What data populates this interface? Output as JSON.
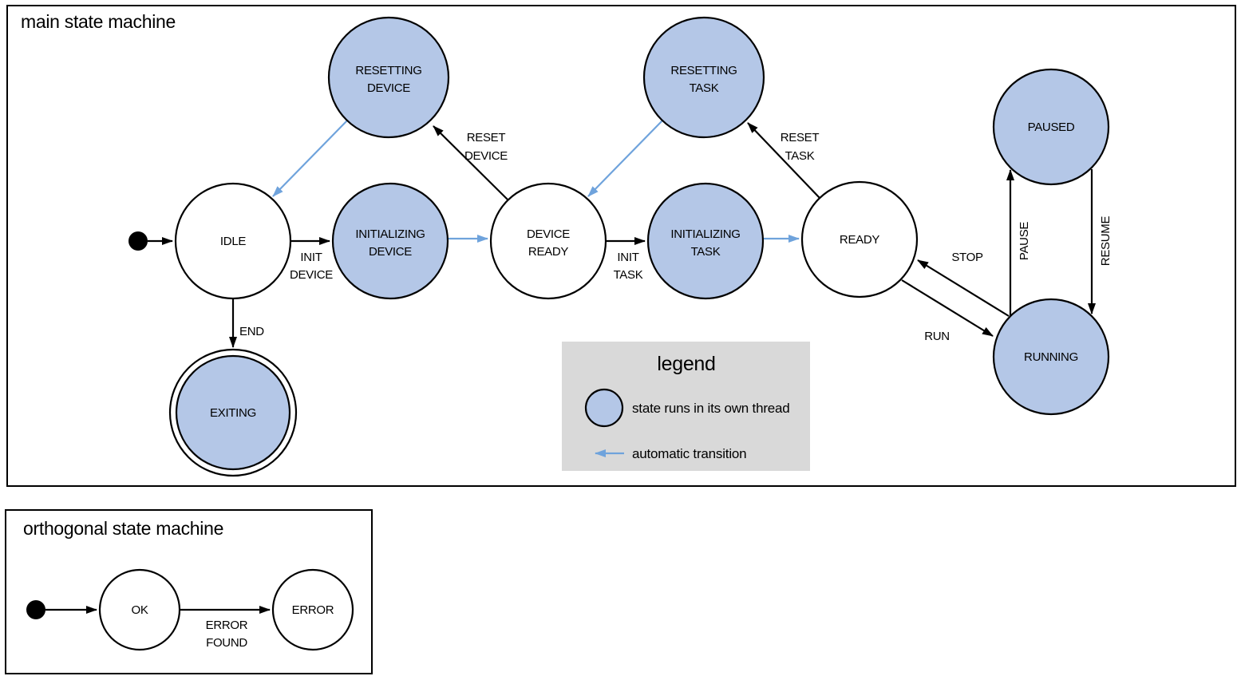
{
  "colors": {
    "threaded_fill": "#b4c7e7",
    "auto_arrow": "#6fa3dc",
    "legend_bg": "#d9d9d9",
    "stroke": "#000000"
  },
  "main": {
    "title": "main state machine",
    "states": {
      "idle": {
        "label": "IDLE",
        "threaded": false
      },
      "resetting_device": {
        "line1": "RESETTING",
        "line2": "DEVICE",
        "threaded": true
      },
      "initializing_device": {
        "line1": "INITIALIZING",
        "line2": "DEVICE",
        "threaded": true
      },
      "device_ready": {
        "line1": "DEVICE",
        "line2": "READY",
        "threaded": false
      },
      "resetting_task": {
        "line1": "RESETTING",
        "line2": "TASK",
        "threaded": true
      },
      "initializing_task": {
        "line1": "INITIALIZING",
        "line2": "TASK",
        "threaded": true
      },
      "ready": {
        "label": "READY",
        "threaded": false
      },
      "paused": {
        "label": "PAUSED",
        "threaded": true
      },
      "running": {
        "label": "RUNNING",
        "threaded": true
      },
      "exiting": {
        "label": "EXITING",
        "threaded": true,
        "final_state": true
      }
    },
    "transitions": [
      {
        "from": "initial",
        "to": "idle",
        "label": "",
        "automatic": false
      },
      {
        "from": "idle",
        "to": "initializing_device",
        "label": "INIT DEVICE",
        "automatic": false
      },
      {
        "from": "initializing_device",
        "to": "device_ready",
        "label": "",
        "automatic": true
      },
      {
        "from": "device_ready",
        "to": "resetting_device",
        "label": "RESET DEVICE",
        "automatic": false
      },
      {
        "from": "resetting_device",
        "to": "idle",
        "label": "",
        "automatic": true
      },
      {
        "from": "device_ready",
        "to": "initializing_task",
        "label": "INIT TASK",
        "automatic": false
      },
      {
        "from": "initializing_task",
        "to": "ready",
        "label": "",
        "automatic": true
      },
      {
        "from": "ready",
        "to": "resetting_task",
        "label": "RESET TASK",
        "automatic": false
      },
      {
        "from": "resetting_task",
        "to": "device_ready",
        "label": "",
        "automatic": true
      },
      {
        "from": "running",
        "to": "ready",
        "label": "STOP",
        "automatic": false
      },
      {
        "from": "ready",
        "to": "running",
        "label": "RUN",
        "automatic": false
      },
      {
        "from": "running",
        "to": "paused",
        "label": "PAUSE",
        "automatic": false
      },
      {
        "from": "paused",
        "to": "running",
        "label": "RESUME",
        "automatic": false
      },
      {
        "from": "idle",
        "to": "exiting",
        "label": "END",
        "automatic": false
      }
    ],
    "transition_labels": {
      "init_device": {
        "line1": "INIT",
        "line2": "DEVICE"
      },
      "reset_device": {
        "line1": "RESET",
        "line2": "DEVICE"
      },
      "init_task": {
        "line1": "INIT",
        "line2": "TASK"
      },
      "reset_task": {
        "line1": "RESET",
        "line2": "TASK"
      },
      "stop": "STOP",
      "run": "RUN",
      "pause": "PAUSE",
      "resume": "RESUME",
      "end": "END"
    }
  },
  "legend": {
    "title": "legend",
    "thread_item": "state runs in its own thread",
    "auto_item": "automatic transition"
  },
  "orthogonal": {
    "title": "orthogonal state machine",
    "states": {
      "ok": {
        "label": "OK"
      },
      "error": {
        "label": "ERROR"
      }
    },
    "transitions": [
      {
        "from": "initial",
        "to": "ok",
        "label": "",
        "automatic": false
      },
      {
        "from": "ok",
        "to": "error",
        "label": "ERROR FOUND",
        "automatic": false
      }
    ],
    "transition_labels": {
      "error_found": {
        "line1": "ERROR",
        "line2": "FOUND"
      }
    }
  }
}
